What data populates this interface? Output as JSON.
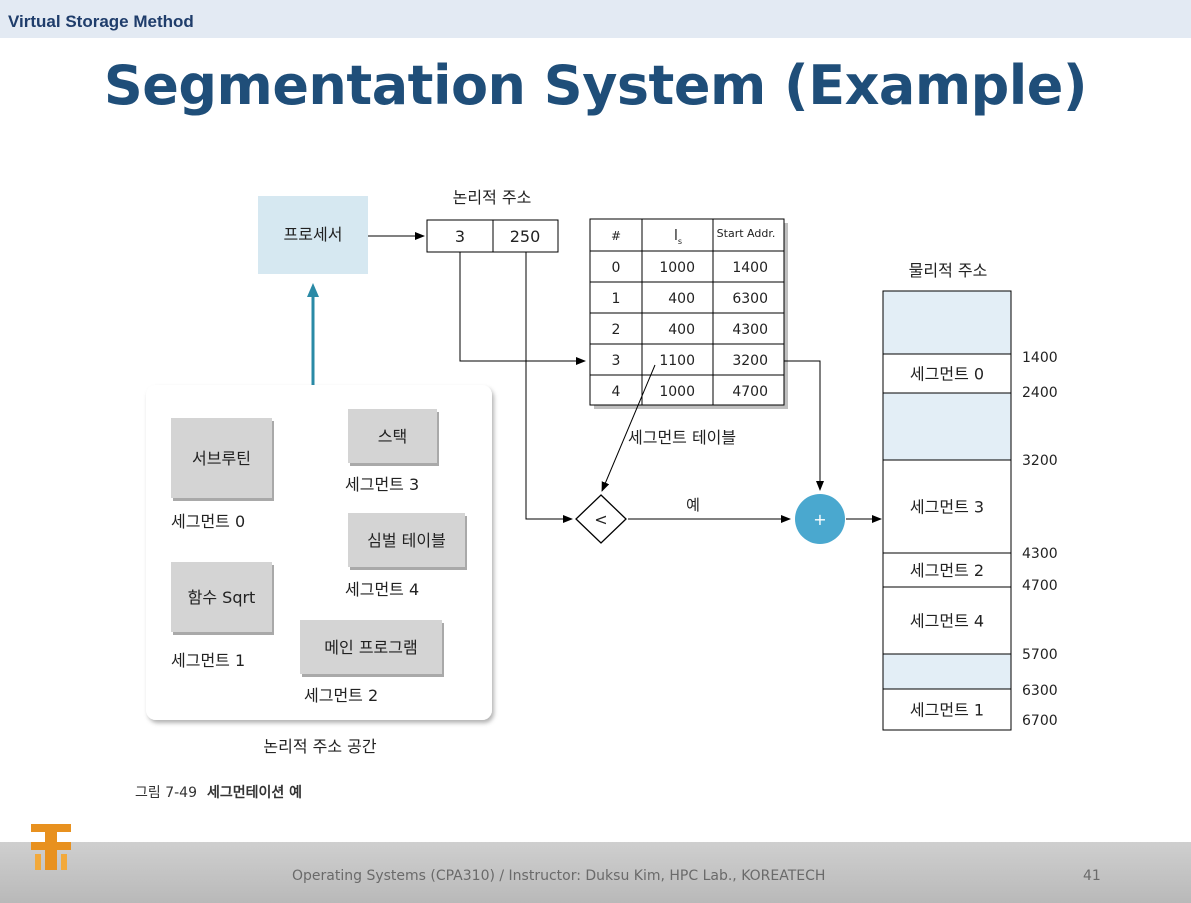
{
  "header": {
    "section_label": "Virtual Storage Method",
    "title": "Segmentation System (Example)"
  },
  "diagram": {
    "processor_label": "프로세서",
    "logical_address_label": "논리적 주소",
    "logical_address": {
      "segment": "3",
      "offset": "250"
    },
    "segment_table": {
      "headers": [
        "#",
        "l",
        "Start Addr."
      ],
      "limit_subscript": "s",
      "rows": [
        [
          "0",
          "1000",
          "1400"
        ],
        [
          "1",
          "400",
          "6300"
        ],
        [
          "2",
          "400",
          "4300"
        ],
        [
          "3",
          "1100",
          "3200"
        ],
        [
          "4",
          "1000",
          "4700"
        ]
      ],
      "caption": "세그먼트 테이블"
    },
    "compare_symbol": "<",
    "yes_label": "예",
    "add_symbol": "+",
    "physical_address_label": "물리적 주소",
    "memory_blocks": [
      {
        "label": "",
        "shaded": true
      },
      {
        "label": "세그먼트 0",
        "shaded": false
      },
      {
        "label": "",
        "shaded": true
      },
      {
        "label": "세그먼트 3",
        "shaded": false
      },
      {
        "label": "세그먼트 2",
        "shaded": false
      },
      {
        "label": "세그먼트 4",
        "shaded": false
      },
      {
        "label": "",
        "shaded": true
      },
      {
        "label": "세그먼트 1",
        "shaded": false
      }
    ],
    "memory_addresses": [
      "1400",
      "2400",
      "3200",
      "4300",
      "4700",
      "5700",
      "6300",
      "6700"
    ],
    "logical_space_label": "논리적 주소 공간",
    "segments": [
      {
        "name": "서브루틴",
        "label": "세그먼트 0"
      },
      {
        "name": "스택",
        "label": "세그먼트 3"
      },
      {
        "name": "심벌 테이블",
        "label": "세그먼트 4"
      },
      {
        "name": "함수 Sqrt",
        "label": "세그먼트 1"
      },
      {
        "name": "메인 프로그램",
        "label": "세그먼트 2"
      }
    ],
    "figure_number": "그림 7-49",
    "figure_title": "세그먼테이션 예"
  },
  "footer": {
    "text": "Operating Systems (CPA310) / Instructor: Duksu Kim, HPC Lab., KOREATECH",
    "page": "41"
  },
  "colors": {
    "title": "#1f4e79",
    "processor_fill": "#d6e8f1",
    "arrow_teal": "#2a8aa6",
    "adder_fill": "#4aa8cf",
    "memory_shade": "#e3eef6"
  }
}
